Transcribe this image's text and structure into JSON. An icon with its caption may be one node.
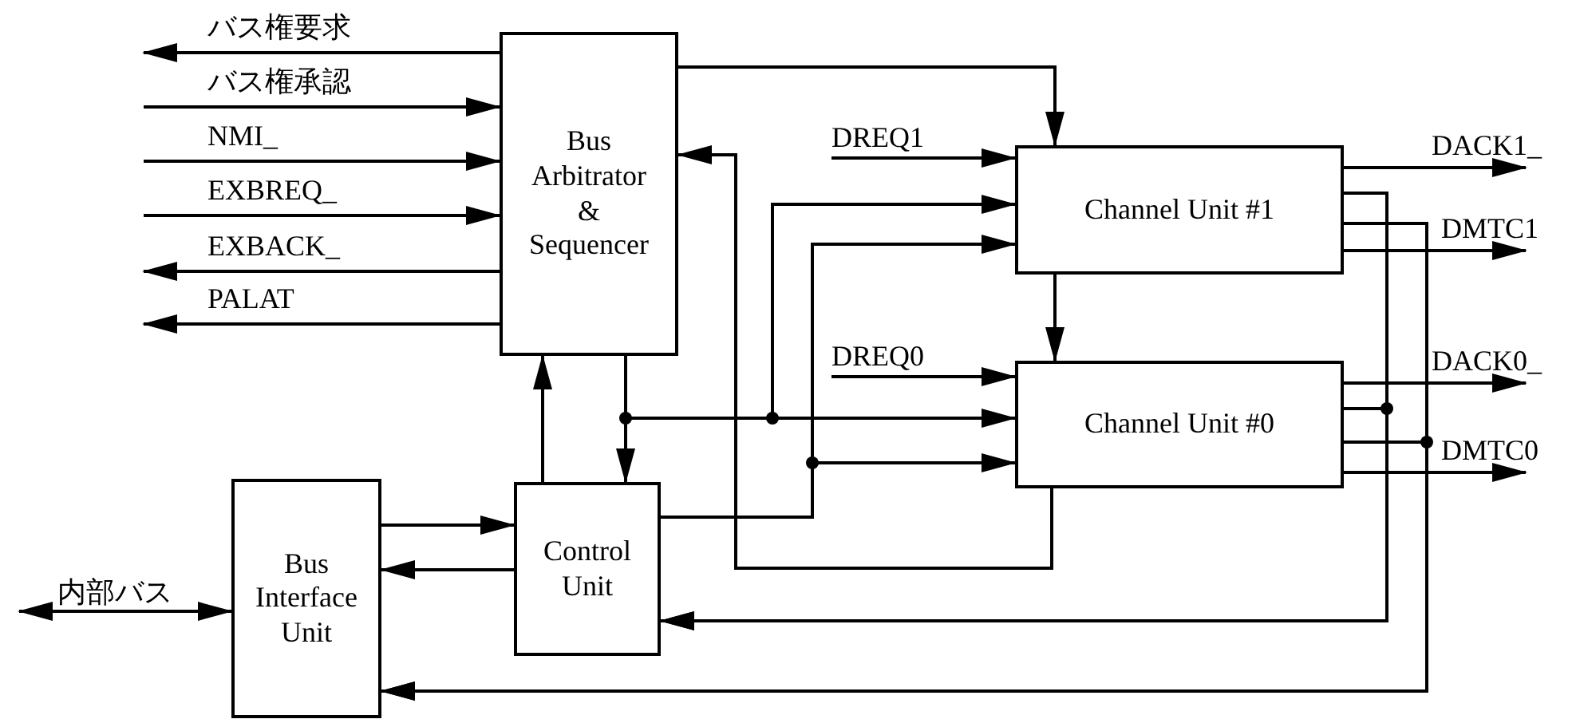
{
  "diagram": {
    "nodes": [
      {
        "text": [
          "Bus Arbitrator & Sequencer"
        ]
      },
      {
        "text": [
          "Channel Unit #1"
        ]
      },
      {
        "text": [
          "Channel Unit #0"
        ]
      },
      {
        "text": [
          "Bus Interface Unit"
        ]
      },
      {
        "text": [
          "Control Unit"
        ]
      }
    ],
    "edges": [
      {
        "from": 0,
        "to": null,
        "arrow": "to",
        "label": "バス権要求"
      },
      {
        "from": null,
        "to": 0,
        "arrow": "to",
        "label": "バス権承認"
      },
      {
        "from": null,
        "to": 0,
        "arrow": "to",
        "label": "NMI_"
      },
      {
        "from": null,
        "to": 0,
        "arrow": "to",
        "label": "EXBREQ_"
      },
      {
        "from": 0,
        "to": null,
        "arrow": "to",
        "label": "EXBACK_"
      },
      {
        "from": 0,
        "to": null,
        "arrow": "to",
        "label": "PALAT"
      },
      {
        "from": 0,
        "to": 1,
        "arrow": "to"
      },
      {
        "from": null,
        "to": 1,
        "arrow": "to",
        "label": "DREQ1"
      },
      {
        "from": 4,
        "to": 0,
        "arrow": "to"
      },
      {
        "from": 0,
        "to": 4,
        "arrow": "to"
      },
      {
        "from": 0,
        "to": 2,
        "arrow": "to"
      },
      {
        "from": 0,
        "to": 1,
        "arrow": "to"
      },
      {
        "from": 2,
        "to": 0,
        "arrow": "to"
      },
      {
        "from": 4,
        "to": 1,
        "arrow": "to"
      },
      {
        "from": 4,
        "to": 2,
        "arrow": "to"
      },
      {
        "from": 1,
        "to": 2,
        "arrow": "to"
      },
      {
        "from": null,
        "to": 2,
        "arrow": "to",
        "label": "DREQ0"
      },
      {
        "from": 1,
        "to": null,
        "arrow": "to",
        "label": "DACK1_"
      },
      {
        "from": 1,
        "to": null,
        "arrow": "to",
        "label": "DMTC1"
      },
      {
        "from": 2,
        "to": null,
        "arrow": "to",
        "label": "DACK0_"
      },
      {
        "from": 2,
        "to": null,
        "arrow": "to",
        "label": "DMTC0"
      },
      {
        "from": 1,
        "to": 4,
        "arrow": "to"
      },
      {
        "from": 2,
        "to": 4,
        "arrow": "to"
      },
      {
        "from": 1,
        "to": 3,
        "arrow": "to"
      },
      {
        "from": 2,
        "to": 3,
        "arrow": "to"
      },
      {
        "from": 3,
        "to": 4,
        "arrow": "to"
      },
      {
        "from": 4,
        "to": 3,
        "arrow": "to"
      },
      {
        "from": null,
        "to": 3,
        "arrow": "both",
        "label": "内部バス"
      }
    ]
  }
}
